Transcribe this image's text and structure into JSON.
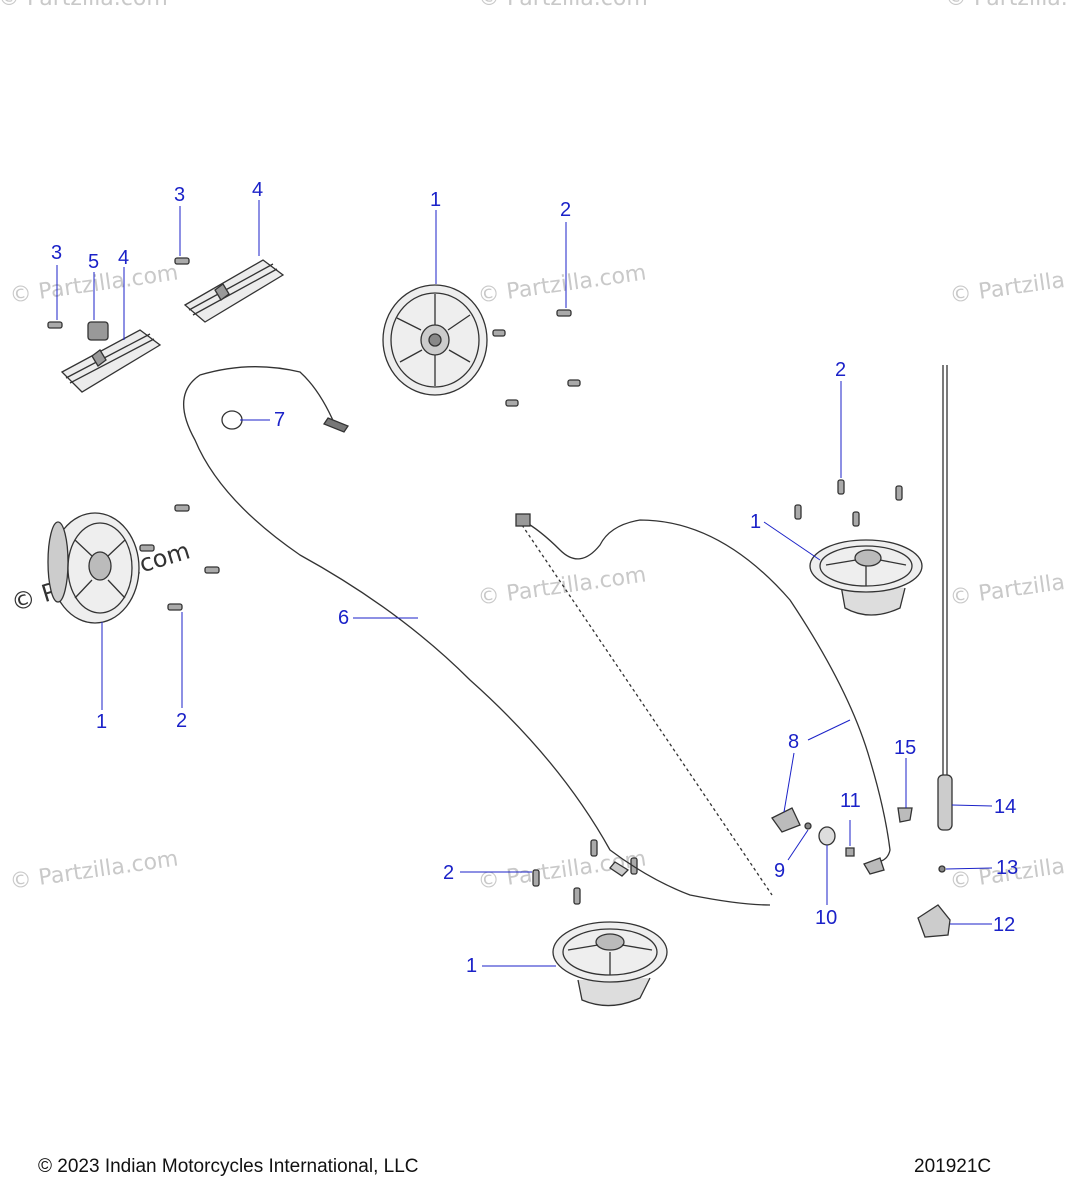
{
  "watermark": "© Partzilla.com",
  "watermark_prominent": "© Partzilla.com",
  "colors": {
    "callout": "#1b22c8",
    "line": "#333333",
    "watermark": "#c9c9c9"
  },
  "callouts": {
    "c1a": "1",
    "c1b": "1",
    "c1c": "1",
    "c1d": "1",
    "c2a": "2",
    "c2b": "2",
    "c2c": "2",
    "c2d": "2",
    "c3a": "3",
    "c3b": "3",
    "c4a": "4",
    "c4b": "4",
    "c5": "5",
    "c6": "6",
    "c7": "7",
    "c8": "8",
    "c9": "9",
    "c10": "10",
    "c11": "11",
    "c12": "12",
    "c13": "13",
    "c14": "14",
    "c15": "15"
  },
  "footer": {
    "copyright": "© 2023 Indian Motorcycles International, LLC",
    "code": "201921C"
  }
}
